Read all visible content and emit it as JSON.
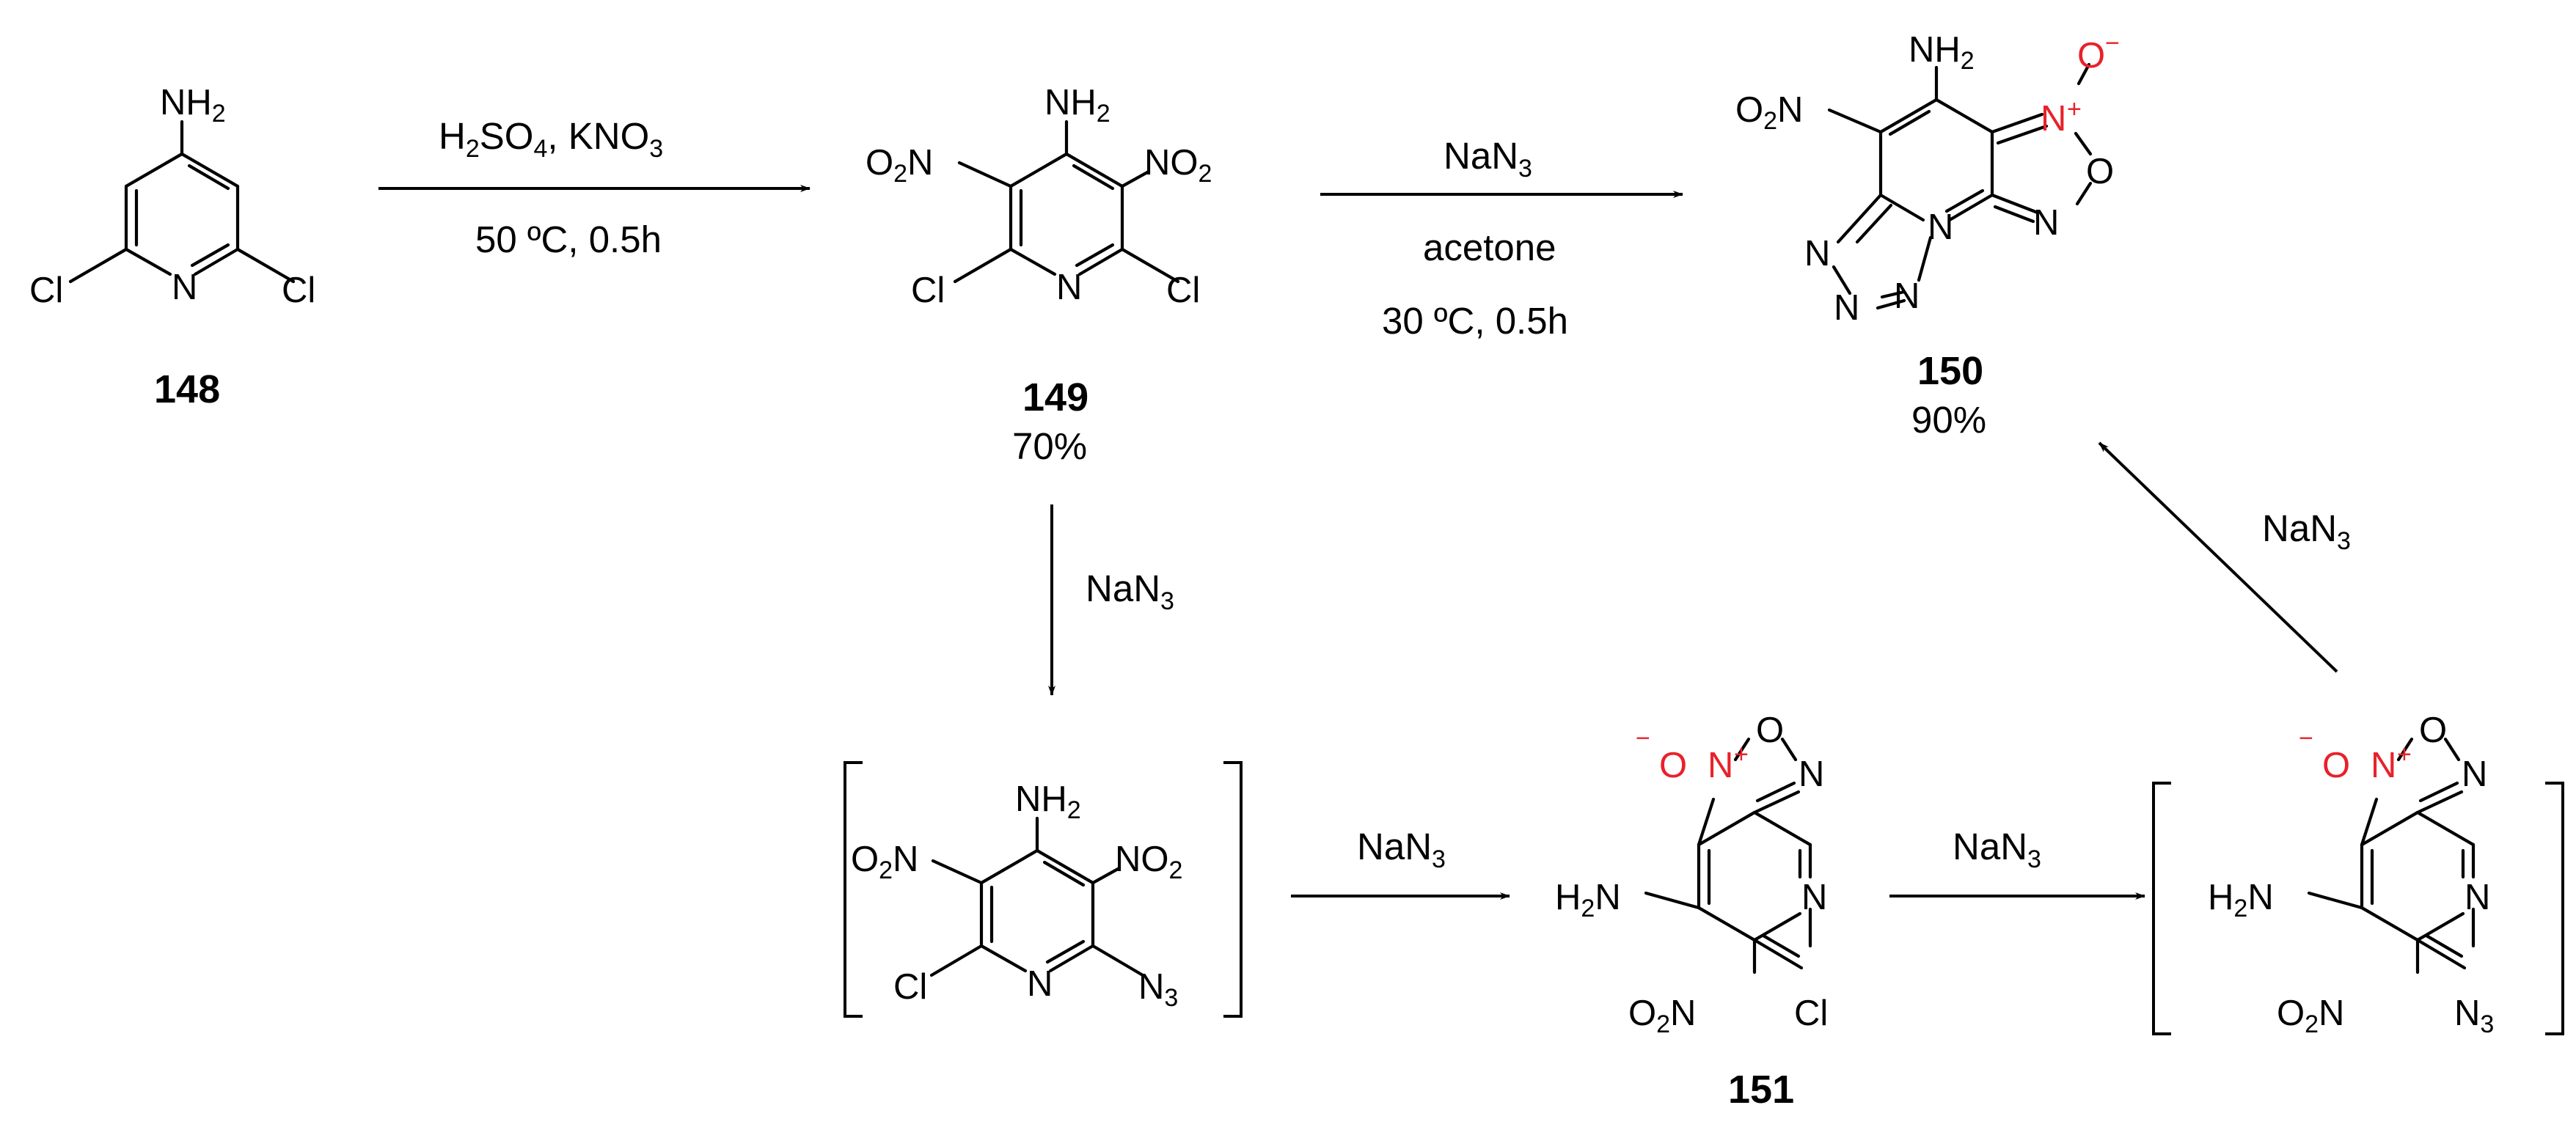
{
  "colors": {
    "ink": "#000000",
    "charge_red": "#e8212a",
    "background": "#ffffff"
  },
  "atoms": {
    "cl": "Cl",
    "n": "N",
    "nh": "NH",
    "two": "2",
    "three": "3",
    "four": "4",
    "o": "O",
    "o2": "O",
    "h": "H",
    "na": "Na",
    "plus": "+",
    "minus": "−"
  },
  "compounds": {
    "c148": {
      "label": "148"
    },
    "c149": {
      "label": "149",
      "yield": "70%"
    },
    "c150": {
      "label": "150",
      "yield": "90%"
    },
    "c151": {
      "label": "151"
    }
  },
  "arrows": {
    "a1": {
      "reagent_line1": "H2SO4, KNO3",
      "reagent_line2": "50 ºC,   0.5h"
    },
    "a2": {
      "reagent_line1": "NaN3",
      "reagent_line2": "acetone",
      "reagent_line3": "30 ºC,   0.5h"
    },
    "a3": {
      "reagent_line1": "NaN3"
    },
    "a4": {
      "reagent_line1": "NaN3"
    },
    "a5": {
      "reagent_line1": "NaN3"
    },
    "a6": {
      "reagent_line1": "NaN3"
    }
  },
  "text": {
    "h2so4_h": "H",
    "h2so4_so": "SO",
    "kno": "KNO",
    "cond1": "50 ºC,   0.5h",
    "acetone": "acetone",
    "cond2": "30 ºC,   0.5h",
    "nan": "NaN"
  }
}
